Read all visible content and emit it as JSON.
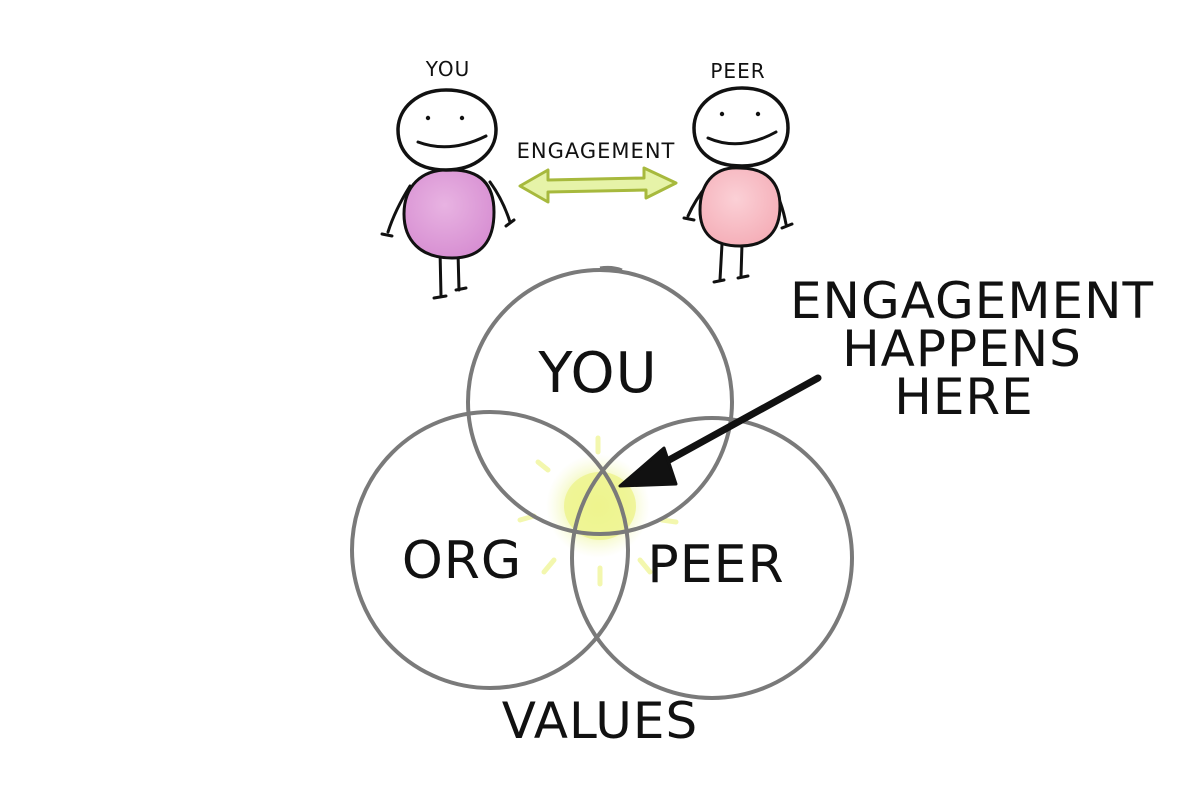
{
  "top": {
    "left_person_label": "YOU",
    "right_person_label": "PEER",
    "arrow_label": "ENGAGEMENT"
  },
  "venn": {
    "circle_you_label": "YOU",
    "circle_org_label": "ORG",
    "circle_peer_label": "PEER",
    "bottom_label": "VALUES"
  },
  "callout": {
    "line1": "ENGAGEMENT",
    "line2": "HAPPENS",
    "line3": "HERE"
  },
  "colors": {
    "ink": "#111111",
    "circle_stroke": "#7a7a7a",
    "you_body_fill": "#d98fd0",
    "peer_body_fill": "#f6b7bf",
    "arrow_fill": "#e6f3a8",
    "arrow_stroke": "#a7b93d",
    "highlight": "#edf48c"
  }
}
